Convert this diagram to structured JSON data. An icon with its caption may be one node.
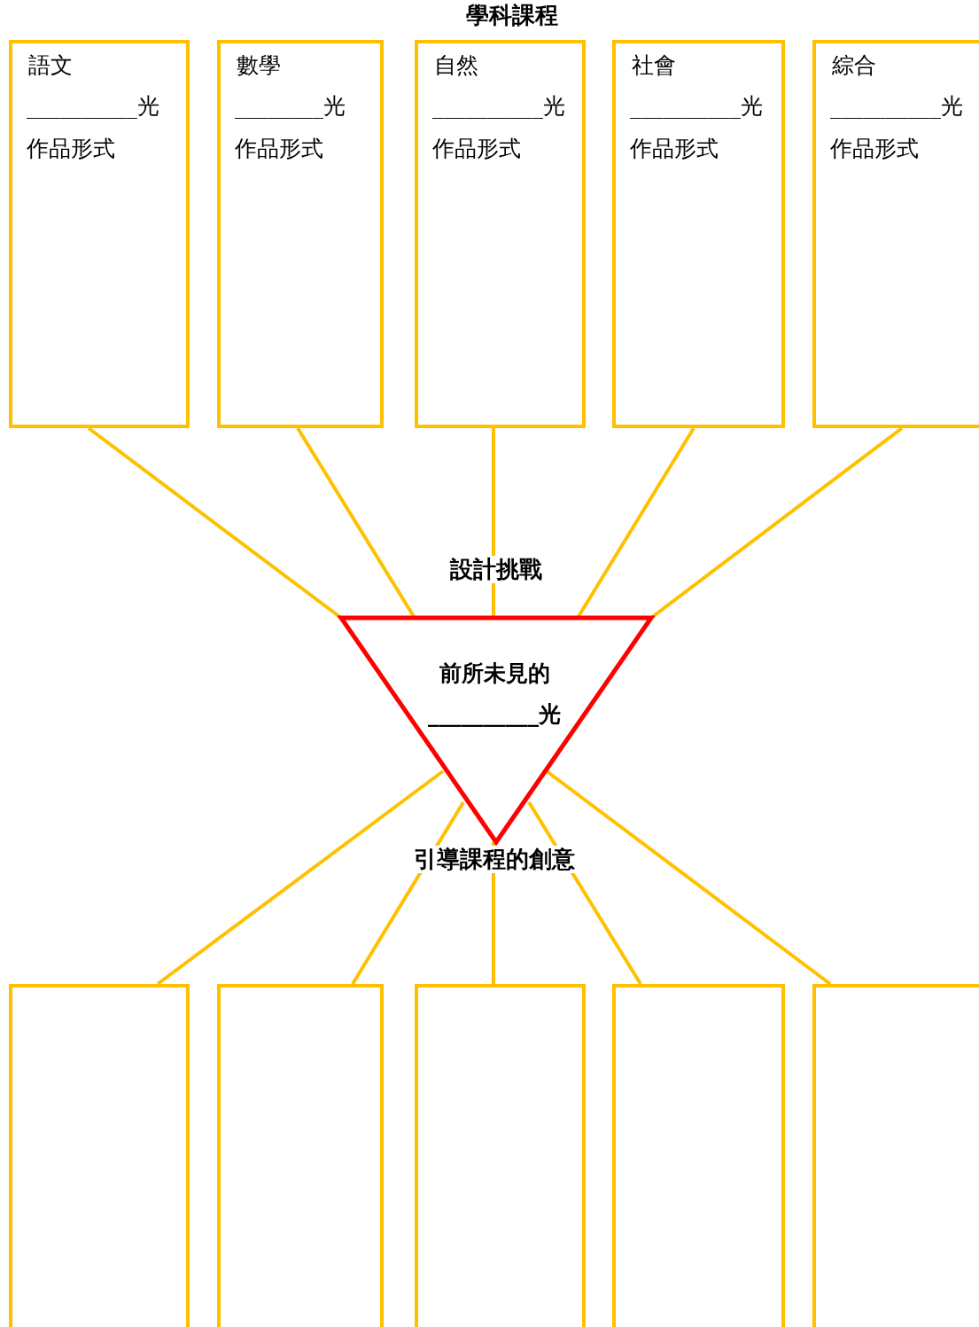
{
  "diagram": {
    "title": "學科課程",
    "nodes": [
      {
        "text": [
          "語文",
          "__________光",
          "作品形式"
        ]
      },
      {
        "text": [
          "數學",
          "________光",
          "作品形式"
        ]
      },
      {
        "text": [
          "自然",
          "__________光",
          "作品形式"
        ]
      },
      {
        "text": [
          "社會",
          "__________光",
          "作品形式"
        ]
      },
      {
        "text": [
          "綜合",
          "__________光",
          "作品形式"
        ]
      },
      {
        "text": [
          "前所未見的",
          "__________光"
        ]
      },
      {
        "text": [],
        "shape": "box"
      },
      {
        "text": [],
        "shape": "box"
      },
      {
        "text": [],
        "shape": "box"
      },
      {
        "text": [],
        "shape": "box"
      },
      {
        "text": [],
        "shape": "box"
      }
    ],
    "edges": [
      {
        "from": 0,
        "to": 5,
        "arrow": "none"
      },
      {
        "from": 1,
        "to": 5,
        "arrow": "none"
      },
      {
        "from": 2,
        "to": 5,
        "arrow": "none"
      },
      {
        "from": 3,
        "to": 5,
        "arrow": "none"
      },
      {
        "from": 4,
        "to": 5,
        "arrow": "none"
      },
      {
        "from": 5,
        "to": 6,
        "arrow": "none"
      },
      {
        "from": 5,
        "to": 7,
        "arrow": "none"
      },
      {
        "from": 5,
        "to": 8,
        "arrow": "none"
      },
      {
        "from": 5,
        "to": 9,
        "arrow": "none"
      },
      {
        "from": 5,
        "to": 10,
        "arrow": "none"
      }
    ],
    "labels": [
      "設計挑戰",
      "引導課程的創意"
    ]
  }
}
